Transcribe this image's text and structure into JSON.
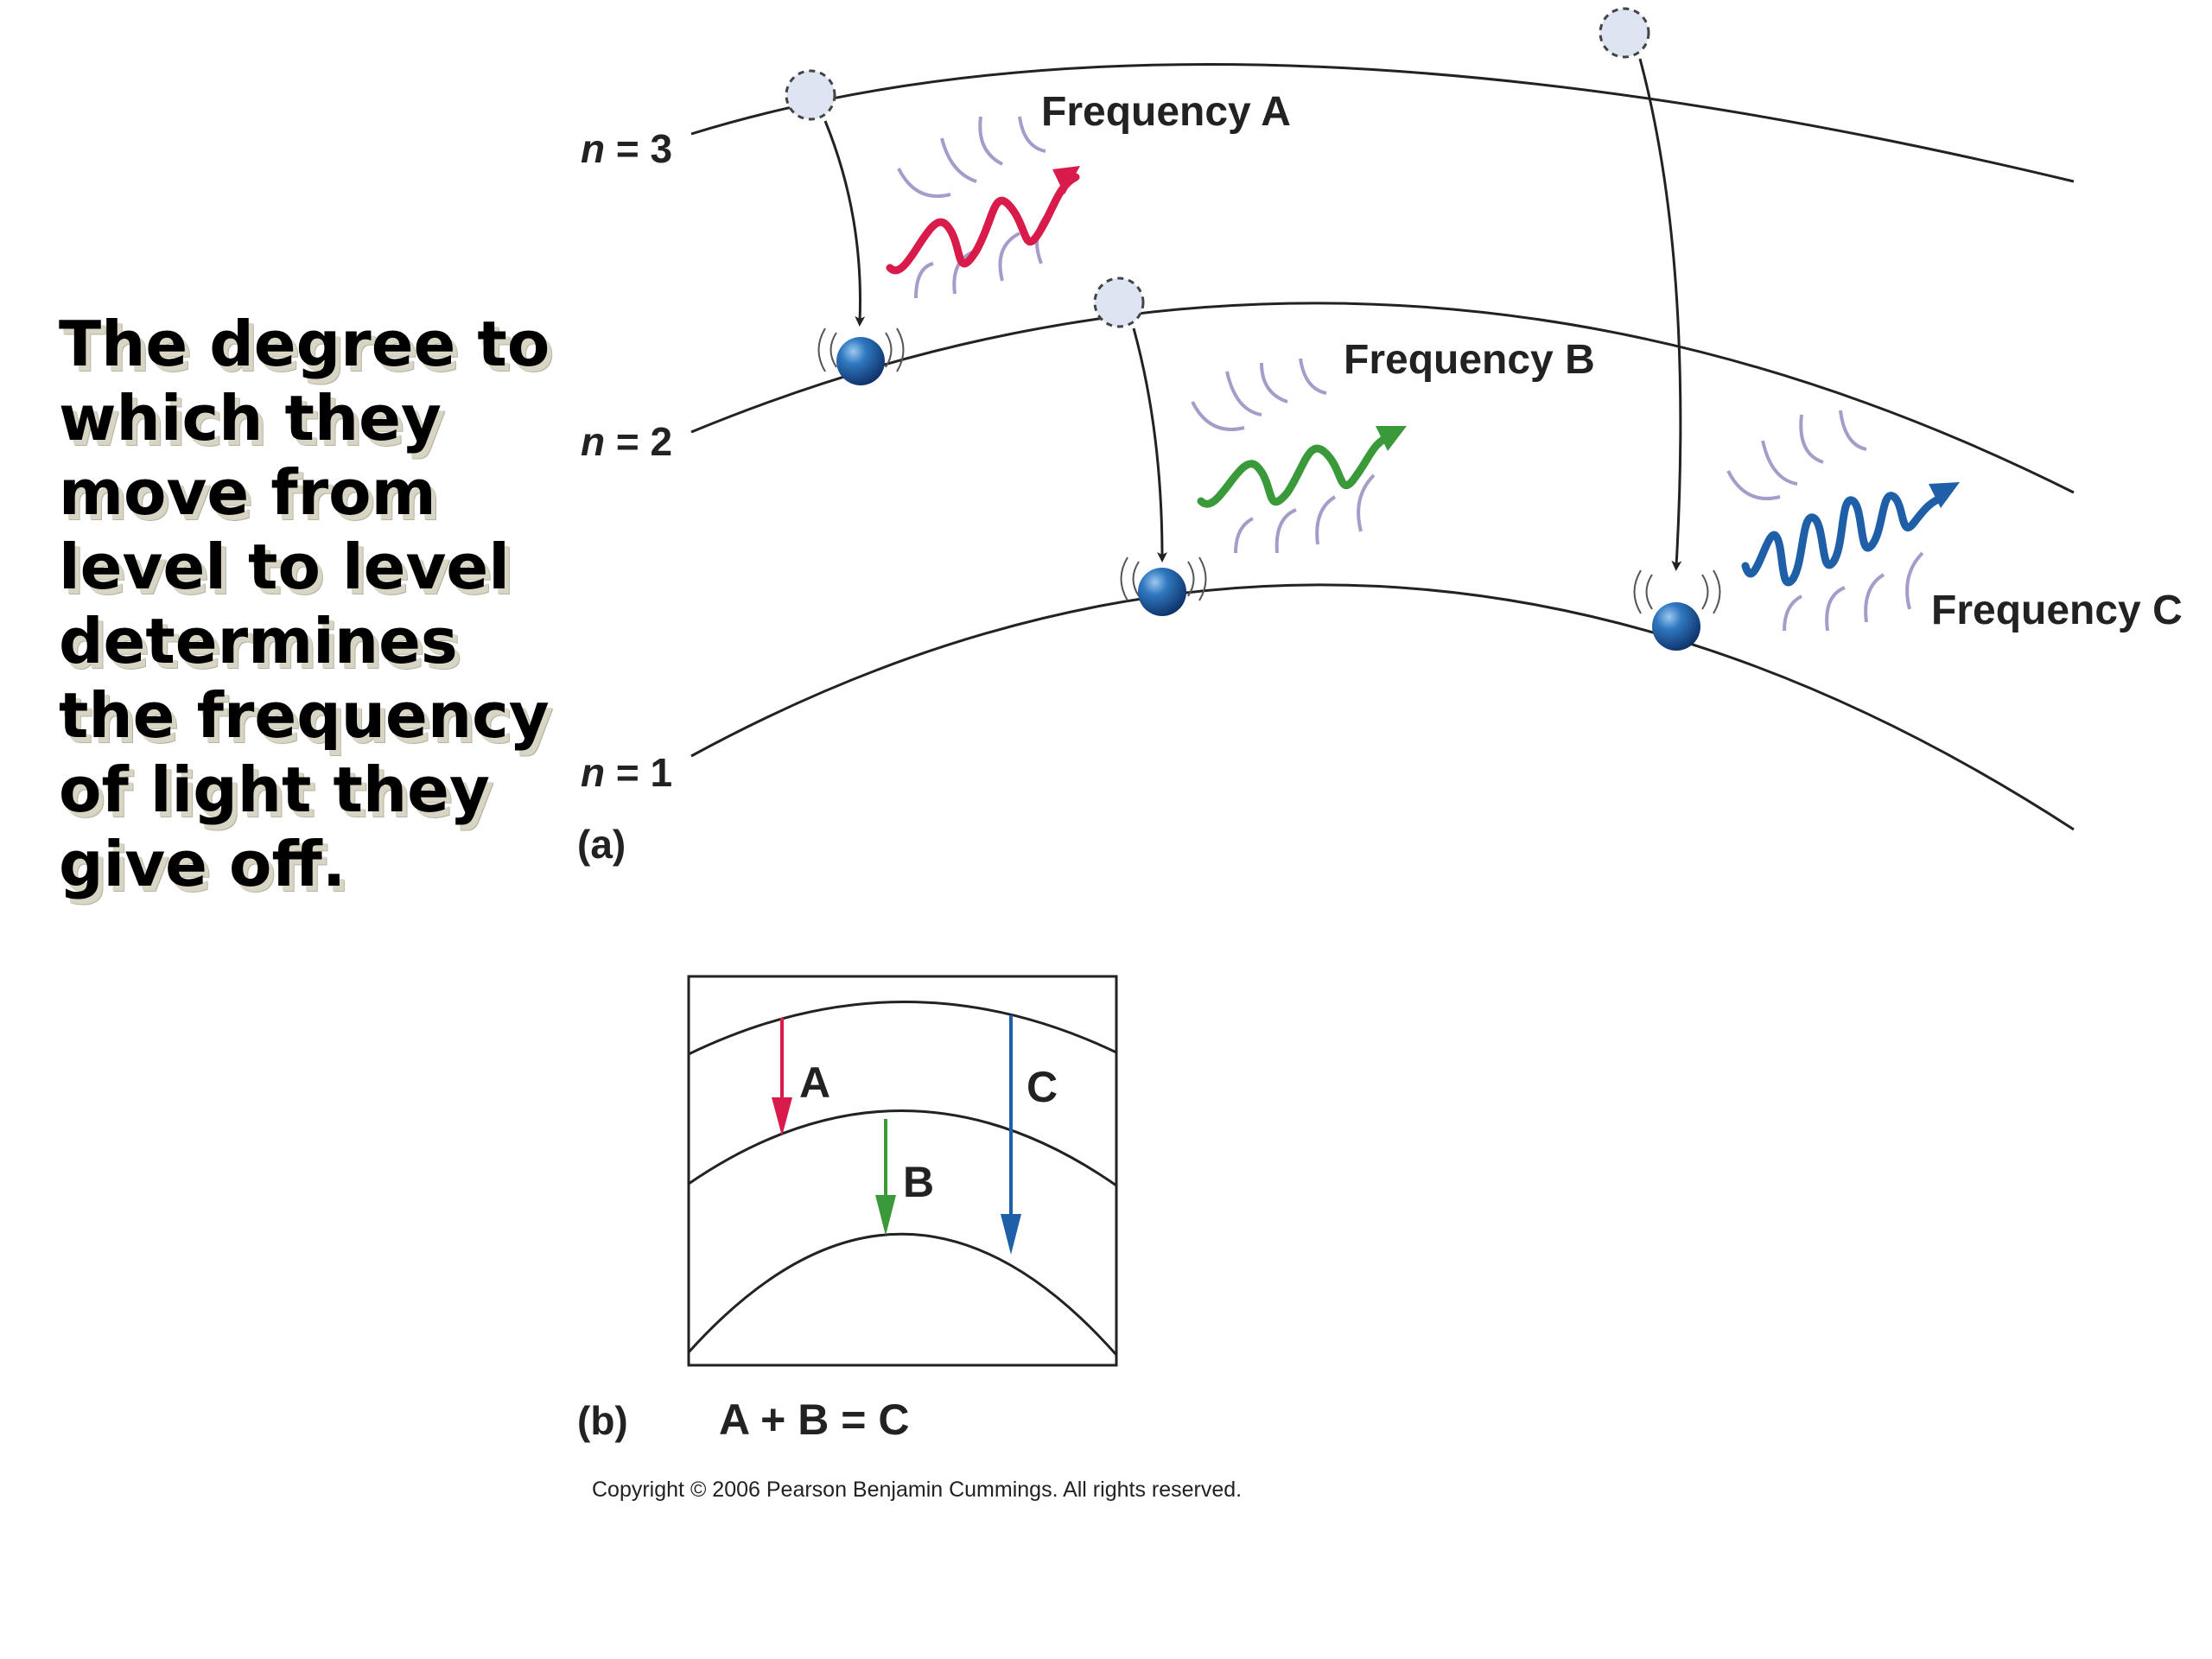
{
  "caption": {
    "lines": [
      "The degree to",
      "which they",
      "move from",
      "level to level",
      "determines",
      "the frequency",
      "of light they",
      "give off."
    ]
  },
  "diagram_a": {
    "panel_label": "(a)",
    "levels": [
      {
        "name": "n",
        "value": "3"
      },
      {
        "name": "n",
        "value": "2"
      },
      {
        "name": "n",
        "value": "1"
      }
    ],
    "photons": [
      {
        "label": "Frequency A",
        "color": "#d81b4a"
      },
      {
        "label": "Frequency B",
        "color": "#3a9a3a"
      },
      {
        "label": "Frequency C",
        "color": "#1f5fa8"
      }
    ],
    "halo_color": "#a79bc9",
    "electron_color": "#2a6fb5"
  },
  "diagram_b": {
    "panel_label": "(b)",
    "arrows": [
      {
        "label": "A",
        "color": "#d81b4a"
      },
      {
        "label": "B",
        "color": "#3a9a3a"
      },
      {
        "label": "C",
        "color": "#1f5fa8"
      }
    ],
    "equation": "A + B = C"
  },
  "copyright": "Copyright © 2006 Pearson Benjamin Cummings. All rights reserved."
}
